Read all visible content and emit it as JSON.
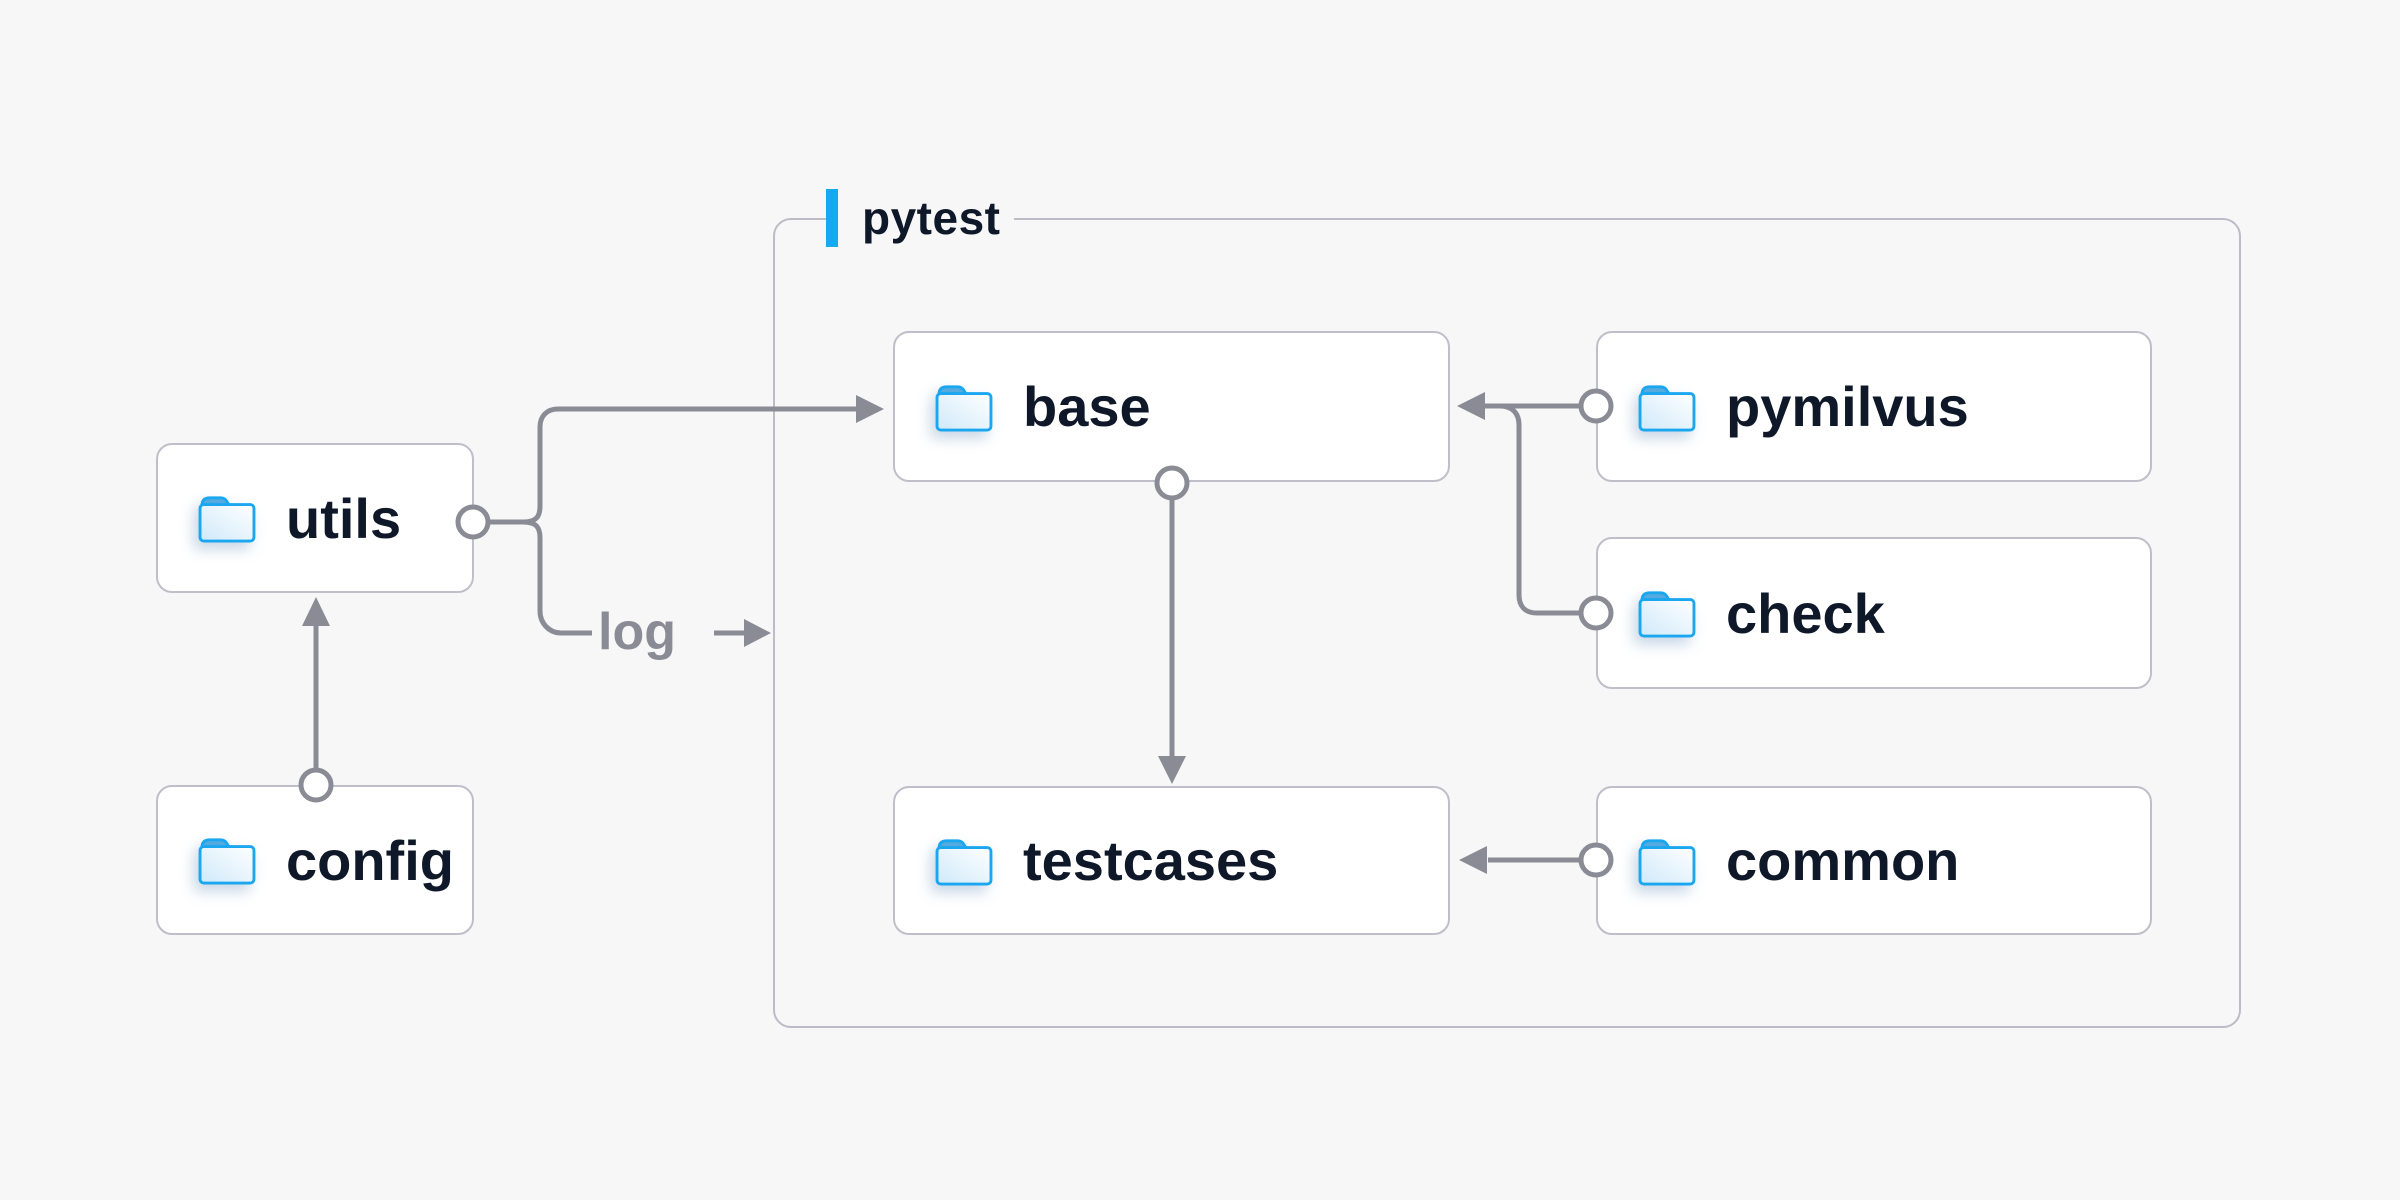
{
  "diagram": {
    "container": {
      "label": "pytest"
    },
    "log_label": "log",
    "nodes": {
      "utils": {
        "label": "utils"
      },
      "config": {
        "label": "config"
      },
      "base": {
        "label": "base"
      },
      "testcases": {
        "label": "testcases"
      },
      "pymilvus": {
        "label": "pymilvus"
      },
      "check": {
        "label": "check"
      },
      "common": {
        "label": "common"
      }
    },
    "edges": [
      {
        "from": "config",
        "to": "utils"
      },
      {
        "from": "utils",
        "to": "base"
      },
      {
        "from": "utils",
        "to": "log",
        "label": "log"
      },
      {
        "from": "pymilvus",
        "to": "base"
      },
      {
        "from": "check",
        "to": "base"
      },
      {
        "from": "base",
        "to": "testcases"
      },
      {
        "from": "common",
        "to": "testcases"
      }
    ]
  },
  "colors": {
    "background": "#f7f7f8",
    "node_bg": "#ffffff",
    "node_border": "#bfbfc9",
    "container_border": "#bcbcc6",
    "line": "#8b8b95",
    "text": "#0e1828",
    "accent": "#14a9f1",
    "folder_stroke": "#1ba7f0",
    "folder_tab": "#55abdf",
    "folder_fill_light": "#ffffff",
    "folder_fill_dark": "#cfe9fa"
  }
}
